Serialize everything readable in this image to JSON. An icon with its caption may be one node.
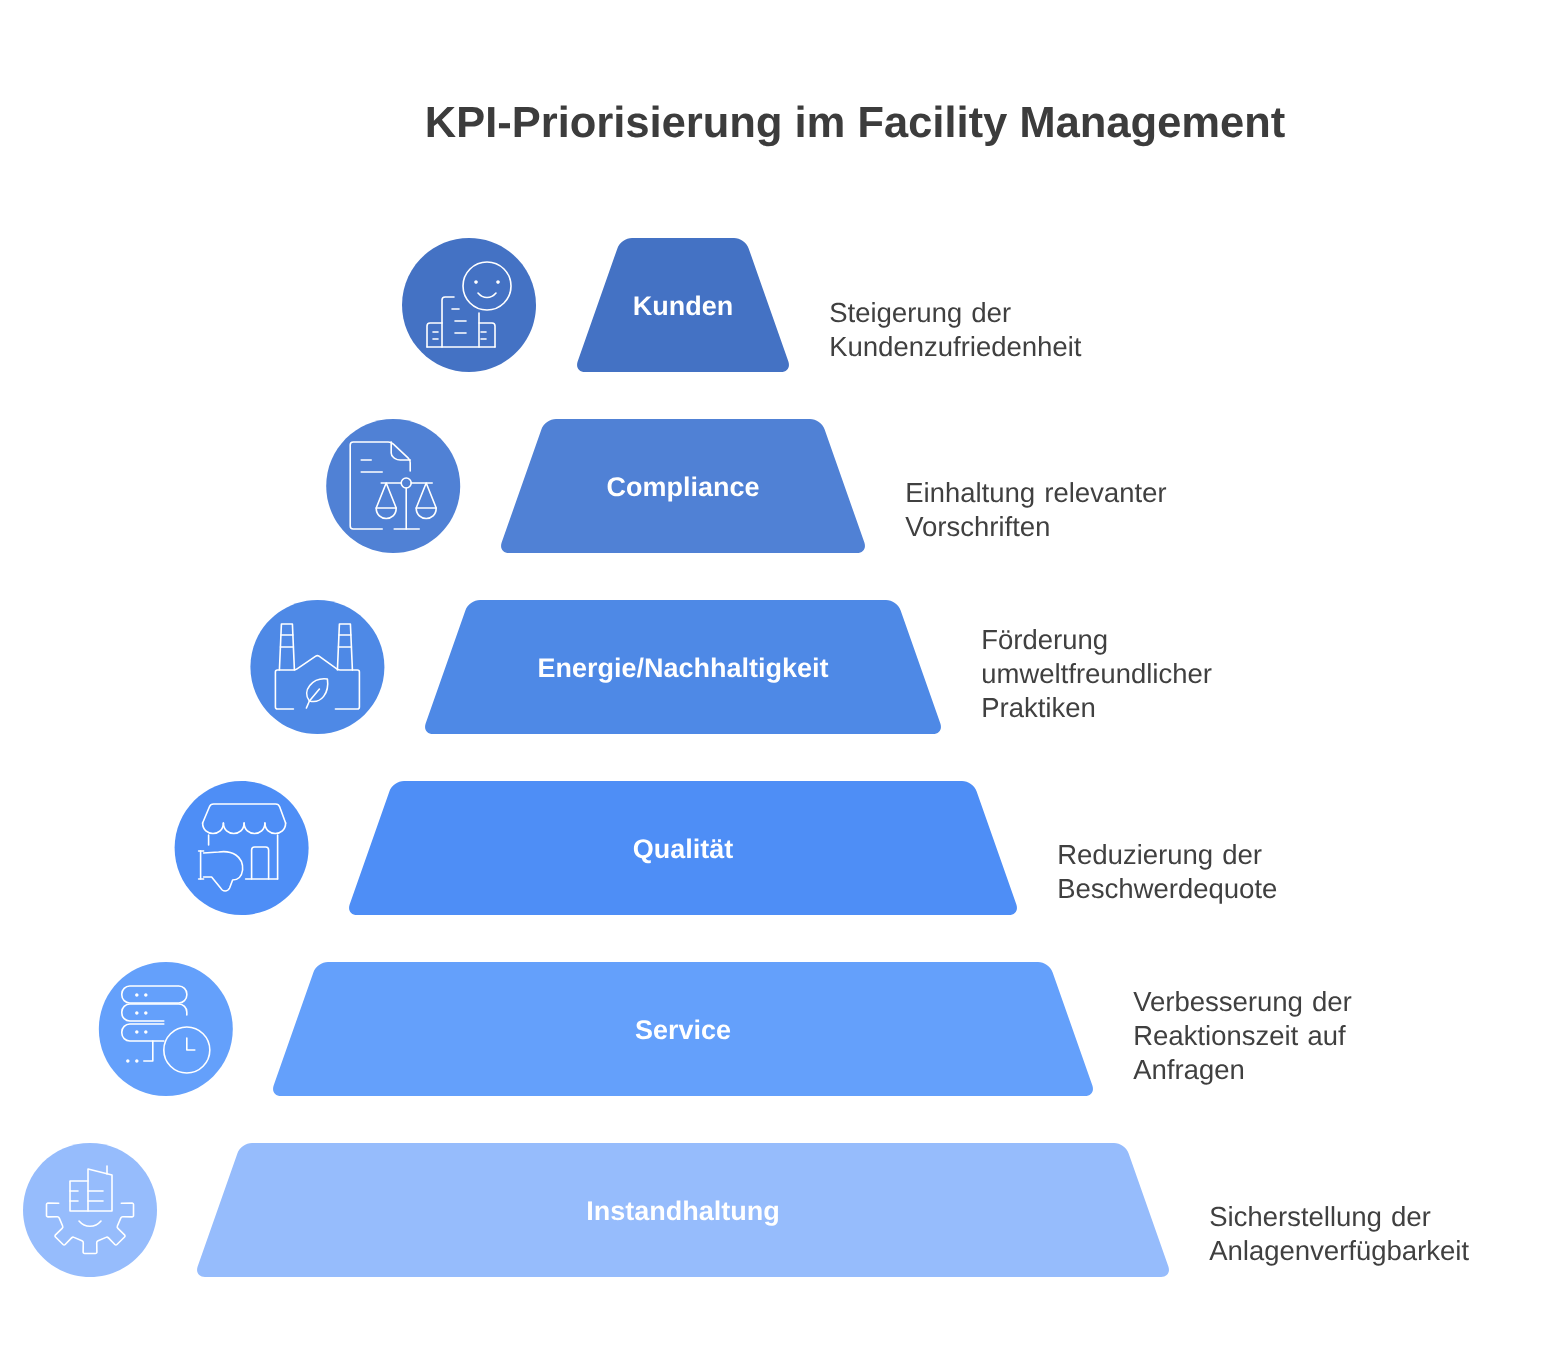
{
  "diagram": {
    "title": "KPI-Priorisierung im Facility Management",
    "nodes": [
      {
        "text": [
          "Kunden"
        ],
        "beside": [
          "Steigerung der Kundenzufriedenheit"
        ]
      },
      {
        "text": [
          "Compliance"
        ],
        "beside": [
          "Einhaltung relevanter Vorschriften"
        ]
      },
      {
        "text": [
          "Energie/Nachhaltigkeit"
        ],
        "beside": [
          "Förderung umweltfreundlicher Praktiken"
        ]
      },
      {
        "text": [
          "Qualität"
        ],
        "beside": [
          "Reduzierung der Beschwerdequote"
        ]
      },
      {
        "text": [
          "Service"
        ],
        "beside": [
          "Verbesserung der Reaktionszeit auf Anfragen"
        ]
      },
      {
        "text": [
          "Instandhaltung"
        ],
        "beside": [
          "Sicherstellung der Anlagenverfügbarkeit"
        ]
      }
    ]
  }
}
